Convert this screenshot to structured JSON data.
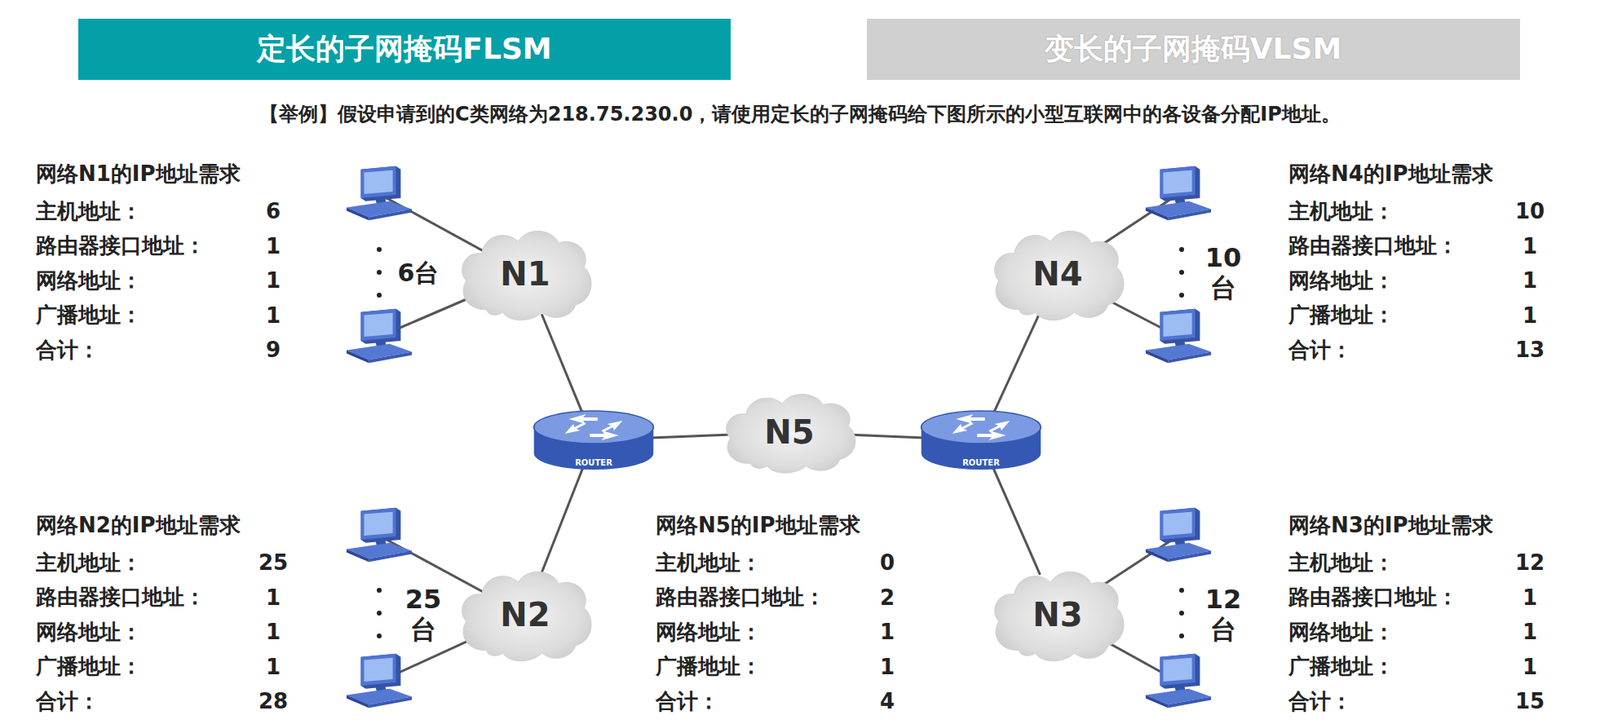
{
  "diagram": {
    "nodes": [
      {
        "text": [
          "定长的子网掩码FLSM"
        ]
      },
      {
        "text": [
          "变长的子网掩码VLSM"
        ]
      },
      {
        "text": [
          "N1"
        ]
      },
      {
        "text": [
          "N4"
        ]
      },
      {
        "text": [
          "ROUTER"
        ]
      },
      {
        "text": [
          "N5"
        ]
      },
      {
        "text": [
          "ROUTER"
        ]
      },
      {
        "text": [
          "N2"
        ]
      },
      {
        "text": [
          "N3"
        ]
      }
    ],
    "edges": [
      {
        "from": 2,
        "to": 4,
        "arrow": "none"
      },
      {
        "from": 4,
        "to": 5,
        "arrow": "none"
      },
      {
        "from": 5,
        "to": 6,
        "arrow": "none"
      },
      {
        "from": 6,
        "to": 3,
        "arrow": "none"
      },
      {
        "from": 4,
        "to": 7,
        "arrow": "none"
      },
      {
        "from": 6,
        "to": 8,
        "arrow": "none"
      }
    ],
    "labels": [
      "【举例】假设申请到的C类网络为218.75.230.0，请使用定长的子网掩码给下图所示的小型互联网中的各设备分配IP地址。",
      "网络N1的IP地址需求",
      "主机地址：",
      "6",
      "路由器接口地址：",
      "1",
      "网络地址：",
      "1",
      "广播地址：",
      "1",
      "合计：",
      "9",
      "网络N4的IP地址需求",
      "主机地址：",
      "10",
      "路由器接口地址：",
      "1",
      "网络地址：",
      "1",
      "广播地址：",
      "1",
      "合计：",
      "13",
      "网络N2的IP地址需求",
      "主机地址：",
      "25",
      "路由器接口地址：",
      "1",
      "网络地址：",
      "1",
      "广播地址：",
      "1",
      "合计：",
      "28",
      "网络N5的IP地址需求",
      "主机地址：",
      "0",
      "路由器接口地址：",
      "2",
      "网络地址：",
      "1",
      "广播地址：",
      "1",
      "合计：",
      "4",
      "网络N3的IP地址需求",
      "主机地址：",
      "12",
      "路由器接口地址：",
      "1",
      "网络地址：",
      "1",
      "广播地址：",
      "1",
      "合计：",
      "15",
      "6台",
      "10 台",
      "25 台",
      "12 台"
    ]
  }
}
